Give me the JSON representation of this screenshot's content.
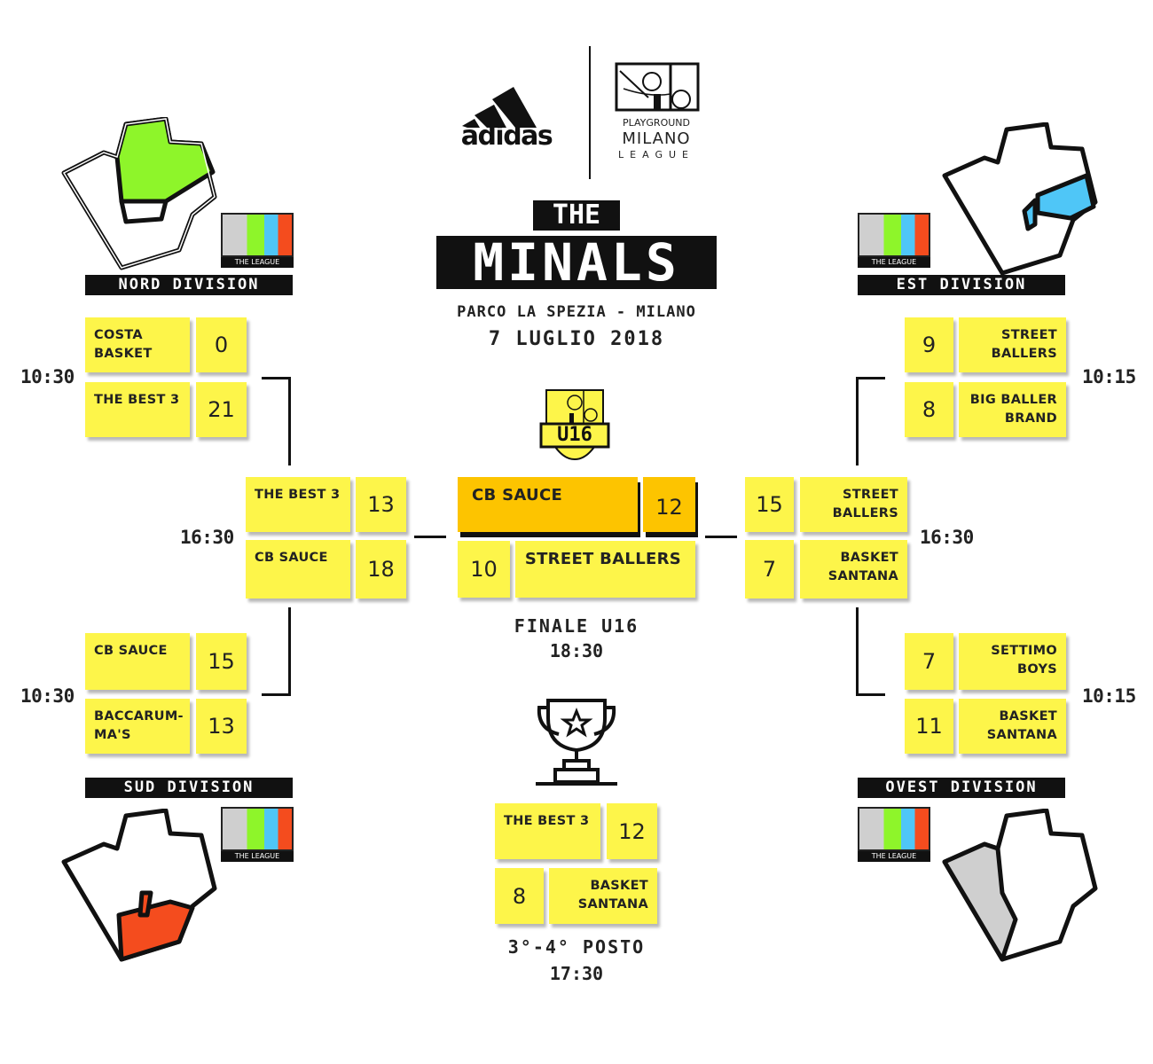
{
  "header": {
    "sponsor": "adidas",
    "league_logo_line1": "PLAYGROUND",
    "league_logo_line2": "MILANO",
    "league_logo_line3": "LEAGUE",
    "title_top": "THE",
    "title_main": "MINALS",
    "venue": "PARCO LA SPEZIA - MILANO",
    "date": "7 LUGLIO 2018"
  },
  "colors": {
    "box_yellow": "#fdf54a",
    "winner_gold": "#fdc400",
    "nord_green": "#8ef52a",
    "est_blue": "#4fc6f7",
    "sud_red": "#f44c1e",
    "ovest_grey": "#cfcfcf"
  },
  "divisions": {
    "nord": {
      "label": "NORD DIVISION",
      "badge": "THE LEAGUE"
    },
    "est": {
      "label": "EST DIVISION",
      "badge": "THE LEAGUE"
    },
    "sud": {
      "label": "SUD DIVISION",
      "badge": "THE LEAGUE"
    },
    "ovest": {
      "label": "OVEST DIVISION",
      "badge": "THE LEAGUE"
    }
  },
  "matches": {
    "nord_qf": {
      "time": "10:30",
      "team1": "COSTA BASKET",
      "score1": "0",
      "team2": "THE BEST 3",
      "score2": "21"
    },
    "sud_qf": {
      "time": "10:30",
      "team1": "CB SAUCE",
      "score1": "15",
      "team2": "BACCARUM-MA'S",
      "score2": "13"
    },
    "est_qf": {
      "time": "10:15",
      "team1": "STREET BALLERS",
      "score1": "9",
      "team2": "BIG BALLER BRAND",
      "score2": "8"
    },
    "ovest_qf": {
      "time": "10:15",
      "team1": "SETTIMO BOYS",
      "score1": "7",
      "team2": "BASKET SANTANA",
      "score2": "11"
    },
    "left_sf": {
      "time": "16:30",
      "team1": "THE BEST 3",
      "score1": "13",
      "team2": "CB SAUCE",
      "score2": "18"
    },
    "right_sf": {
      "time": "16:30",
      "team1": "STREET BALLERS",
      "score1": "15",
      "team2": "BASKET SANTANA",
      "score2": "7"
    },
    "final": {
      "label": "FINALE U16",
      "time": "18:30",
      "team1": "CB SAUCE",
      "score1": "12",
      "team2": "STREET BALLERS",
      "score2": "10",
      "badge": "U16"
    },
    "third_place": {
      "label": "3°-4° POSTO",
      "time": "17:30",
      "team1": "THE BEST 3",
      "score1": "12",
      "team2": "BASKET SANTANA",
      "score2": "8"
    }
  }
}
